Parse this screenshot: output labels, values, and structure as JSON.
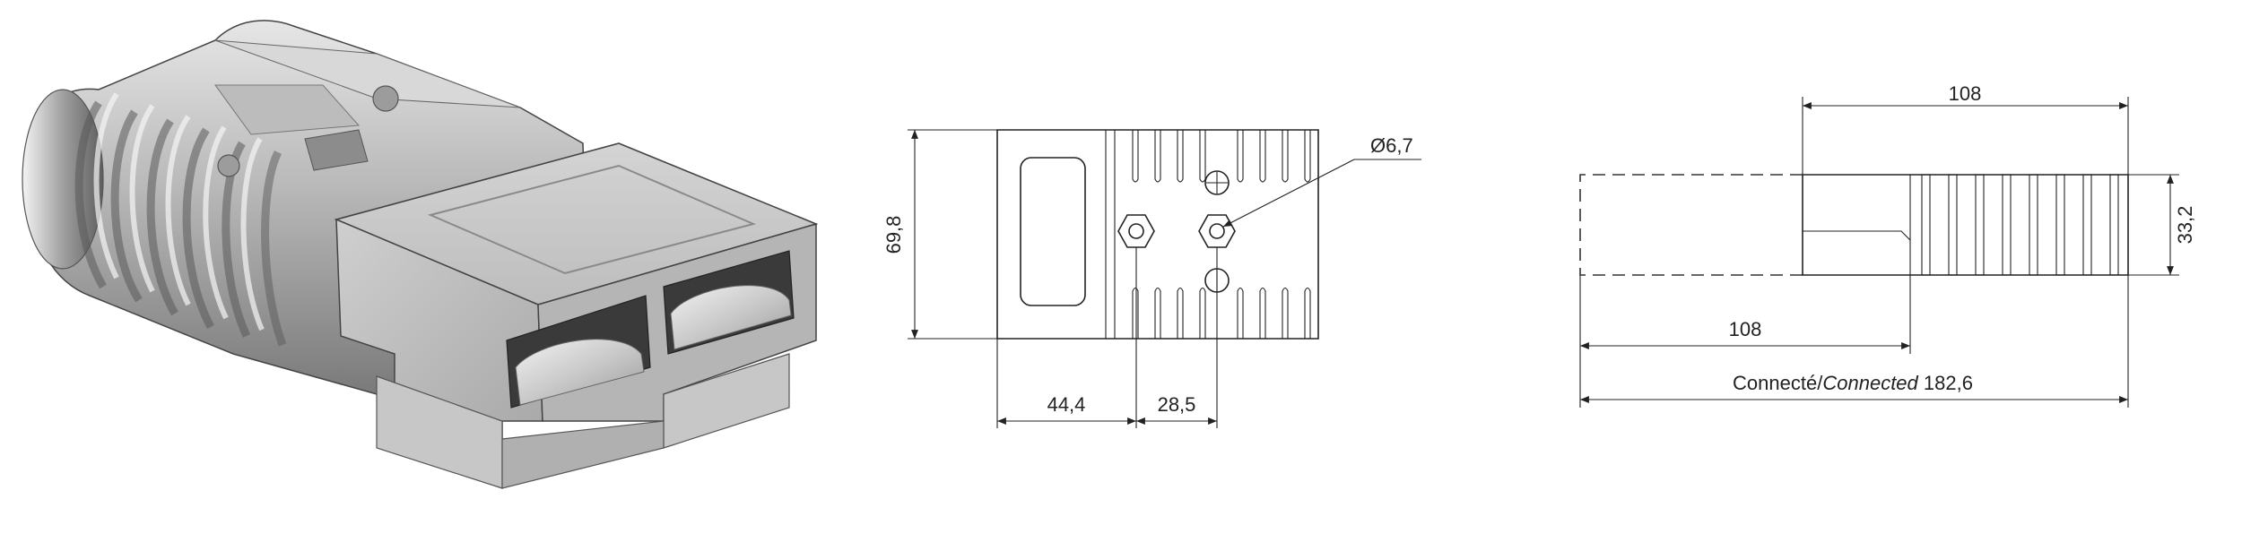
{
  "views": {
    "isometric": {
      "name": "connector-3d-view"
    },
    "side": {
      "dims": {
        "height": "69,8",
        "length_front": "44,4",
        "length_hole": "28,5",
        "hole_diameter": "Ø6,7"
      }
    },
    "top": {
      "dims": {
        "body_length": "108",
        "total_length": "108",
        "width": "33,2",
        "connected_label_fr": "Connecté",
        "connected_sep": "/",
        "connected_label_en": "Connected",
        "connected_value": " 182,6"
      }
    }
  },
  "colors": {
    "line": "#222222",
    "body_light": "#d9d9d9",
    "body_mid": "#a9a9a9",
    "body_dark": "#6e6e6e"
  }
}
